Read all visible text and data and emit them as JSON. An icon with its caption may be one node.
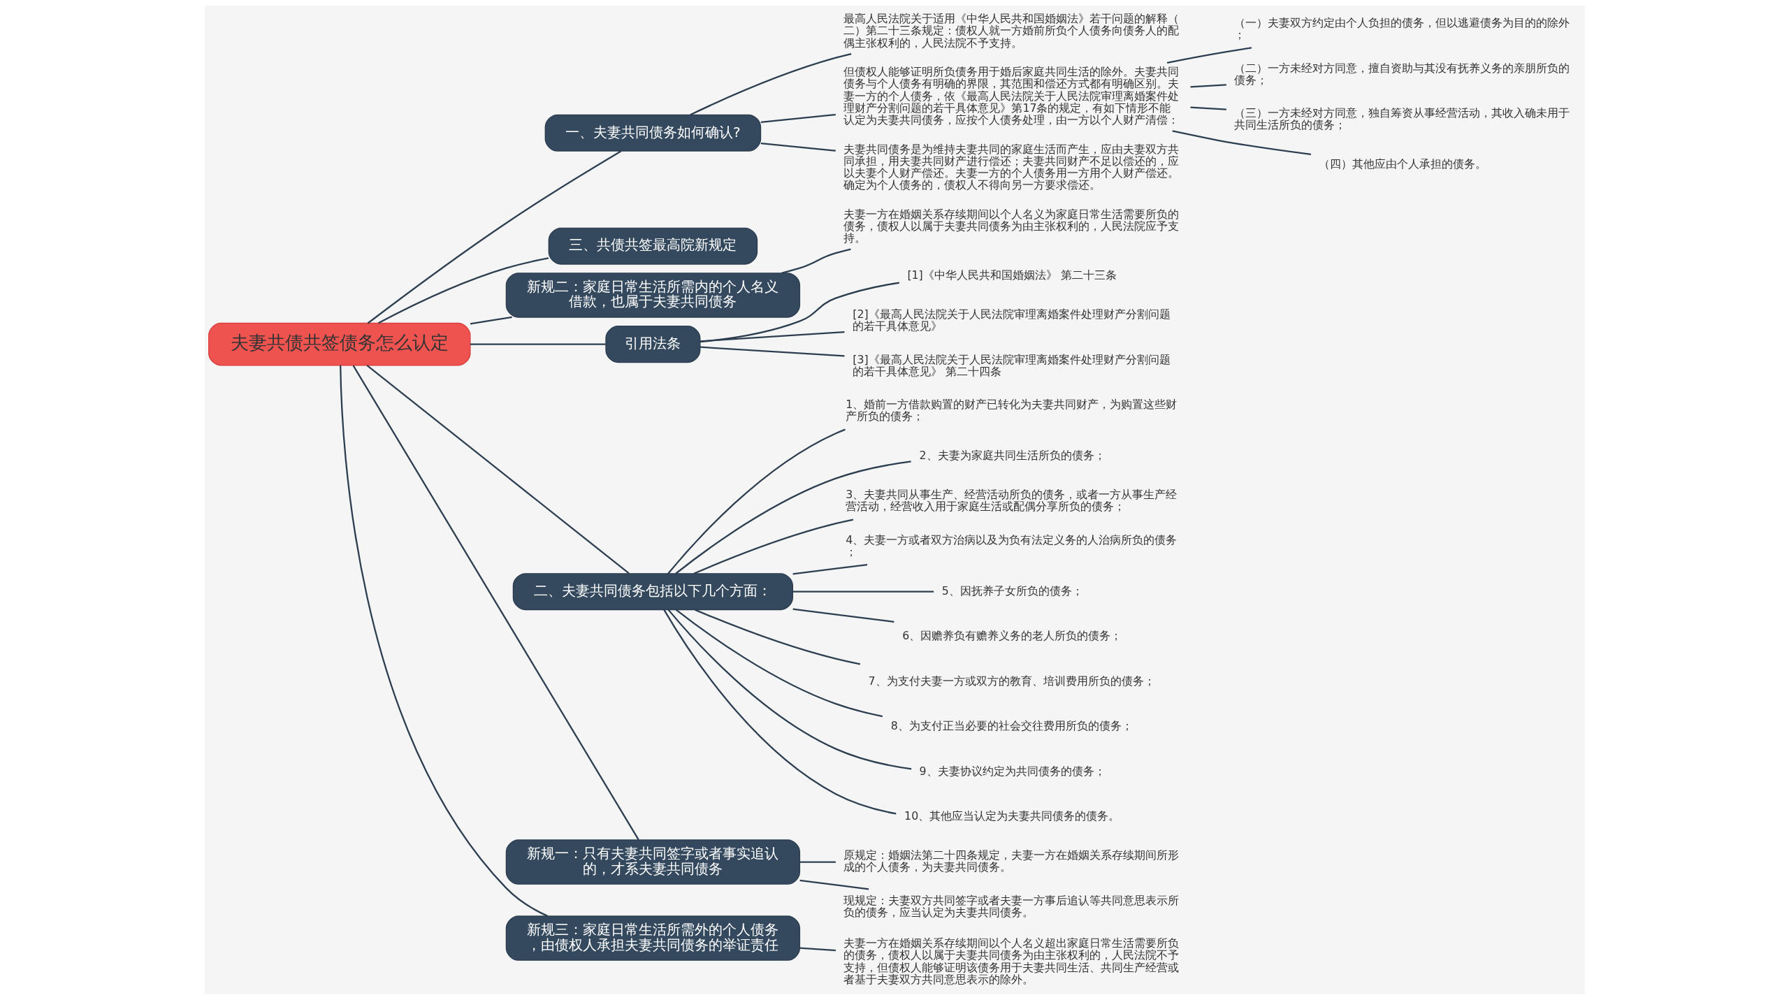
{
  "diagram": {
    "nodes": [
      {
        "text": [
          "夫妻共债共签债务怎么认定"
        ]
      },
      {
        "text": [
          "一、夫妻共同债务如何确认?"
        ]
      },
      {
        "text": [
          "最高人民法院关于适用《中华人民共和国婚姻法》若干问题的解释（二）第二十三条规定：债权人就一方婚前所负个人债务向债务人的配偶主张权利的，人民法院不予支持。"
        ]
      },
      {
        "text": [
          "但债权人能够证明所负债务用于婚后家庭共同生活的除外。夫妻共同债务与个人债务有明确的界限，其范围和偿还方式都有明确区别。夫妻一方的个人债务，依《最高人民法院关于人民法院审理离婚案件处理财产分割问题的若干具体意见》第17条的规定，有如下情形不能认定为夫妻共同债务，应按个人债务处理，由一方以个人财产清偿："
        ]
      },
      {
        "text": [
          "（一）夫妻双方约定由个人负担的债务，但以逃避债务为目的的除外；"
        ]
      },
      {
        "text": [
          "（二）一方未经对方同意，擅自资助与其没有抚养义务的亲朋所负的债务；"
        ]
      },
      {
        "text": [
          "（三）一方未经对方同意，独自筹资从事经营活动，其收入确未用于共同生活所负的债务；"
        ]
      },
      {
        "text": [
          "（四）其他应由个人承担的债务。"
        ]
      },
      {
        "text": [
          "夫妻共同债务是为维持夫妻共同的家庭生活而产生，应由夫妻双方共同承担，用夫妻共同财产进行偿还；夫妻共同财产不足以偿还的，应以夫妻个人财产偿还。夫妻一方的个人债务用一方用个人财产偿还。确定为个人债务的，债权人不得向另一方要求偿还。"
        ]
      },
      {
        "text": [
          "三、共债共签最高院新规定"
        ]
      },
      {
        "text": [
          "新规二：家庭日常生活所需内的个人名义借款，也属于夫妻共同债务"
        ]
      },
      {
        "text": [
          "夫妻一方在婚姻关系存续期间以个人名义为家庭日常生活需要所负的债务，债权人以属于夫妻共同债务为由主张权利的，人民法院应予支持。"
        ]
      },
      {
        "text": [
          "引用法条"
        ]
      },
      {
        "text": [
          "[1]《中华人民共和国婚姻法》 第二十三条"
        ]
      },
      {
        "text": [
          "[2]《最高人民法院关于人民法院审理离婚案件处理财产分割问题的若干具体意见》"
        ]
      },
      {
        "text": [
          "[3]《最高人民法院关于人民法院审理离婚案件处理财产分割问题的若干具体意见》 第二十四条"
        ]
      },
      {
        "text": [
          "二、夫妻共同债务包括以下几个方面："
        ]
      },
      {
        "text": [
          "1、婚前一方借款购置的财产已转化为夫妻共同财产，为购置这些财产所负的债务；"
        ]
      },
      {
        "text": [
          "2、夫妻为家庭共同生活所负的债务；"
        ]
      },
      {
        "text": [
          "3、夫妻共同从事生产、经营活动所负的债务，或者一方从事生产经营活动，经营收入用于家庭生活或配偶分享所负的债务；"
        ]
      },
      {
        "text": [
          "4、夫妻一方或者双方治病以及为负有法定义务的人治病所负的债务；"
        ]
      },
      {
        "text": [
          "5、因抚养子女所负的债务；"
        ]
      },
      {
        "text": [
          "6、因赡养负有赡养义务的老人所负的债务；"
        ]
      },
      {
        "text": [
          "7、为支付夫妻一方或双方的教育、培训费用所负的债务；"
        ]
      },
      {
        "text": [
          "8、为支付正当必要的社会交往费用所负的债务；"
        ]
      },
      {
        "text": [
          "9、夫妻协议约定为共同债务的债务；"
        ]
      },
      {
        "text": [
          "10、其他应当认定为夫妻共同债务的债务。"
        ]
      },
      {
        "text": [
          "新规一：只有夫妻共同签字或者事实追认的，才系夫妻共同债务"
        ]
      },
      {
        "text": [
          "原规定：婚姻法第二十四条规定，夫妻一方在婚姻关系存续期间所形成的个人债务，为夫妻共同债务。"
        ]
      },
      {
        "text": [
          "现规定：夫妻双方共同签字或者夫妻一方事后追认等共同意思表示所负的债务，应当认定为夫妻共同债务。"
        ]
      },
      {
        "text": [
          "新规三：家庭日常生活所需外的个人债务，由债权人承担夫妻共同债务的举证责任"
        ]
      },
      {
        "text": [
          "夫妻一方在婚姻关系存续期间以个人名义超出家庭日常生活需要所负的债务，债权人以属于夫妻共同债务为由主张权利的，人民法院不予支持，但债权人能够证明该债务用于夫妻共同生活、共同生产经营或者基于夫妻双方共同意思表示的除外。"
        ]
      }
    ],
    "edges": [
      {
        "from": 0,
        "to": 1,
        "arrow": "none"
      },
      {
        "from": 1,
        "to": 2,
        "arrow": "none"
      },
      {
        "from": 1,
        "to": 3,
        "arrow": "none"
      },
      {
        "from": 3,
        "to": 4,
        "arrow": "none"
      },
      {
        "from": 3,
        "to": 5,
        "arrow": "none"
      },
      {
        "from": 3,
        "to": 6,
        "arrow": "none"
      },
      {
        "from": 3,
        "to": 7,
        "arrow": "none"
      },
      {
        "from": 1,
        "to": 8,
        "arrow": "none"
      },
      {
        "from": 0,
        "to": 9,
        "arrow": "none"
      },
      {
        "from": 0,
        "to": 10,
        "arrow": "none"
      },
      {
        "from": 10,
        "to": 11,
        "arrow": "none"
      },
      {
        "from": 0,
        "to": 12,
        "arrow": "none"
      },
      {
        "from": 12,
        "to": 13,
        "arrow": "none"
      },
      {
        "from": 12,
        "to": 14,
        "arrow": "none"
      },
      {
        "from": 12,
        "to": 15,
        "arrow": "none"
      },
      {
        "from": 0,
        "to": 16,
        "arrow": "none"
      },
      {
        "from": 16,
        "to": 17,
        "arrow": "none"
      },
      {
        "from": 16,
        "to": 18,
        "arrow": "none"
      },
      {
        "from": 16,
        "to": 19,
        "arrow": "none"
      },
      {
        "from": 16,
        "to": 20,
        "arrow": "none"
      },
      {
        "from": 16,
        "to": 21,
        "arrow": "none"
      },
      {
        "from": 16,
        "to": 22,
        "arrow": "none"
      },
      {
        "from": 16,
        "to": 23,
        "arrow": "none"
      },
      {
        "from": 16,
        "to": 24,
        "arrow": "none"
      },
      {
        "from": 16,
        "to": 25,
        "arrow": "none"
      },
      {
        "from": 16,
        "to": 26,
        "arrow": "none"
      },
      {
        "from": 0,
        "to": 27,
        "arrow": "none"
      },
      {
        "from": 27,
        "to": 28,
        "arrow": "none"
      },
      {
        "from": 27,
        "to": 29,
        "arrow": "none"
      },
      {
        "from": 0,
        "to": 30,
        "arrow": "none"
      },
      {
        "from": 30,
        "to": 31,
        "arrow": "none"
      }
    ]
  }
}
